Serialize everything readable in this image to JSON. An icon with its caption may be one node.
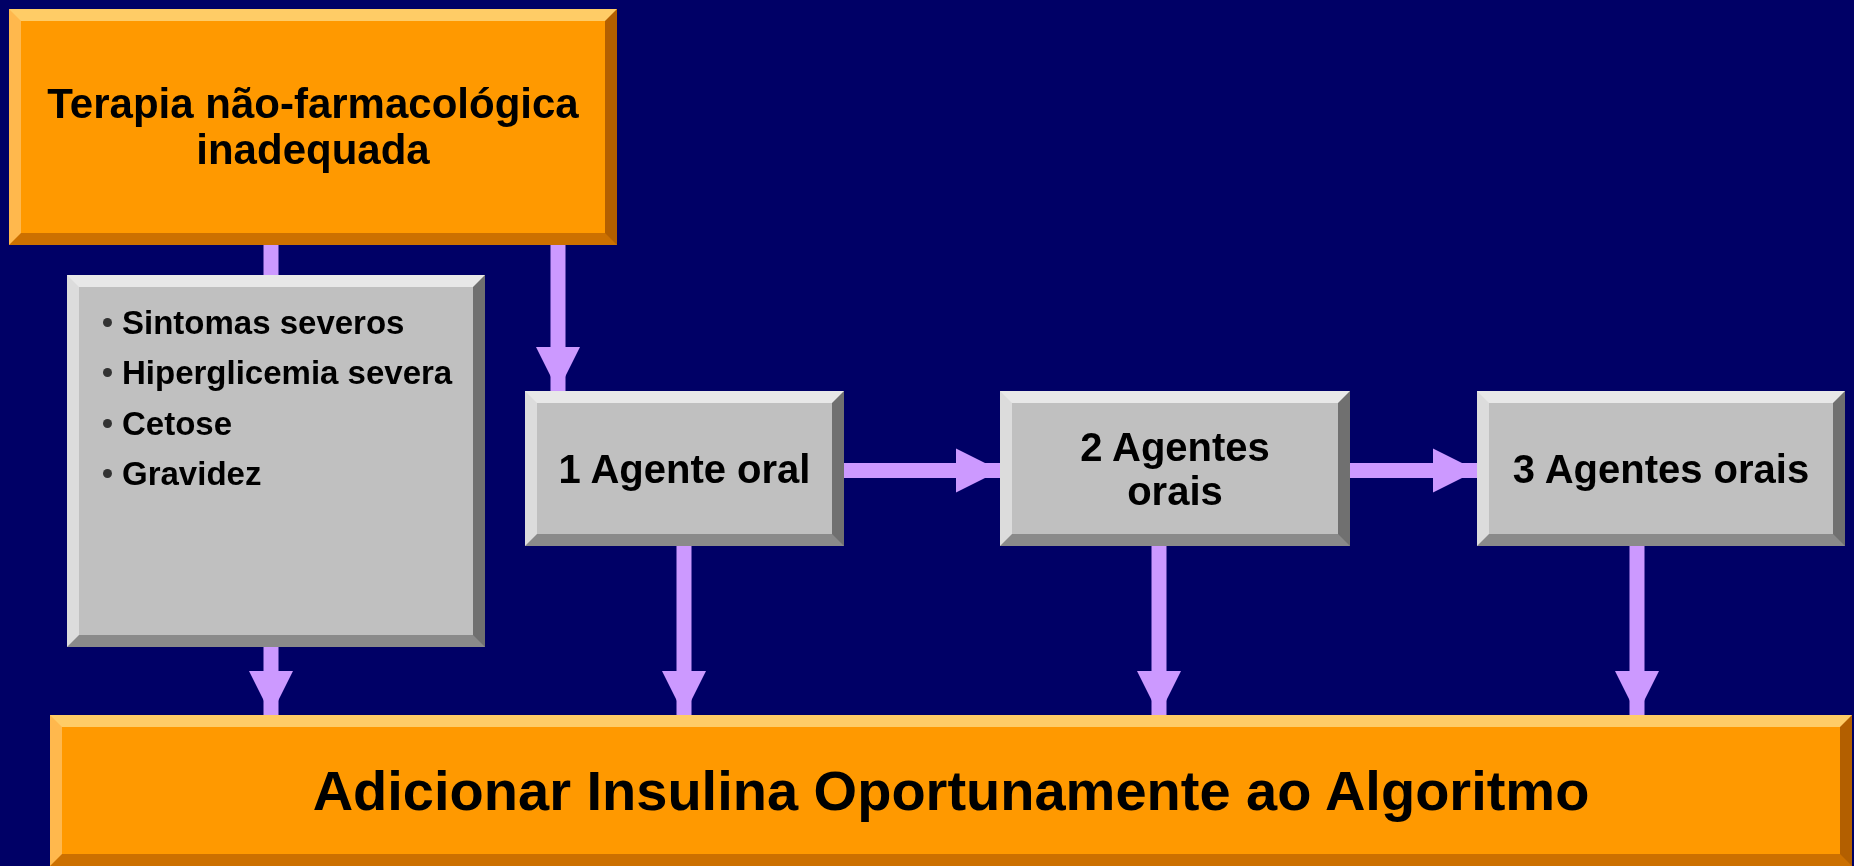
{
  "diagram": {
    "nodes": [
      {
        "text": [
          "Terapia não-farmacológica inadequada"
        ]
      },
      {
        "text": [
          "Sintomas severos",
          "Hiperglicemia severa",
          "Cetose",
          "Gravidez"
        ]
      },
      {
        "text": [
          "1 Agente oral"
        ]
      },
      {
        "text": [
          "2 Agentes orais"
        ]
      },
      {
        "text": [
          "3 Agentes orais"
        ]
      },
      {
        "text": [
          "Adicionar Insulina Oportunamente ao Algoritmo"
        ]
      }
    ],
    "edges": [
      {
        "from": 0,
        "to": 1,
        "arrow": "none"
      },
      {
        "from": 1,
        "to": 5,
        "arrow": "to"
      },
      {
        "from": 0,
        "to": 2,
        "arrow": "to"
      },
      {
        "from": 2,
        "to": 3,
        "arrow": "to"
      },
      {
        "from": 3,
        "to": 4,
        "arrow": "to"
      },
      {
        "from": 2,
        "to": 5,
        "arrow": "to"
      },
      {
        "from": 3,
        "to": 5,
        "arrow": "to"
      },
      {
        "from": 4,
        "to": 5,
        "arrow": "to"
      }
    ]
  }
}
